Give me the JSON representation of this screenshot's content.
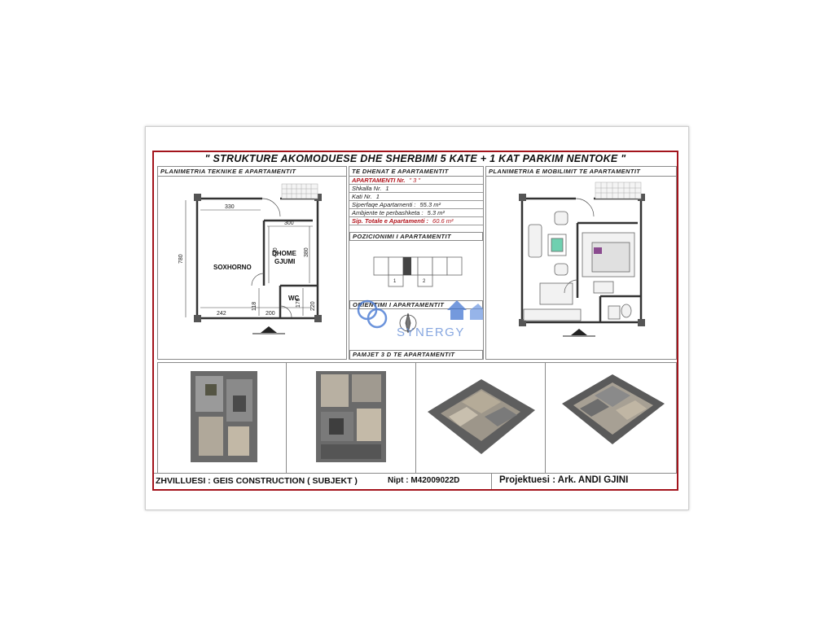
{
  "sheet": {
    "title": "\" STRUKTURE  AKOMODUESE  DHE  SHERBIMI  5  KATE  +  1 KAT  PARKIM  NENTOKE \""
  },
  "left_panel": {
    "header": "PLANIMETRIA  TEKNIKE  E  APARTAMENTIT",
    "labels": {
      "room1": "SOXHORNO",
      "room2a": "DHOME",
      "room2b": "GJUMI",
      "wc": "WC"
    },
    "dimensions": {
      "top_left": "330",
      "top_right": "300",
      "left_height": "780",
      "mid_height": "430",
      "right_height": "380",
      "bottom_1": "242",
      "bottom_2": "118",
      "bottom_3": "200",
      "bottom_4": "170",
      "bottom_5": "220"
    }
  },
  "info_panel": {
    "header": "TE DHENAT  E  APARTAMENTIT",
    "rows": [
      {
        "label": "APARTAMENTI  Nr.",
        "value": "\" 3 \"",
        "style": "red"
      },
      {
        "label": "Shkalla   Nr.",
        "value": "1",
        "style": "normal"
      },
      {
        "label": "Kati   Nr.",
        "value": "1",
        "style": "normal"
      },
      {
        "label": "Siperfaqe  Apartamenti :",
        "value": "55.3 m²",
        "style": "normal"
      },
      {
        "label": "Ambjente  te perbashketa :",
        "value": "5.3 m²",
        "style": "normal"
      },
      {
        "label": "Sip. Totale e Apartamenti :",
        "value": "60.6 m²",
        "style": "red"
      }
    ],
    "position_header": "POZICIONIMI  I  APARTAMENTIT",
    "position_units": [
      "1",
      "2"
    ],
    "orientation_header": "ORIENTIMI  I  APARTAMENTIT",
    "watermark": "SYNERGY",
    "views_header": "PAMJET  3 D  TE  APARTAMENTIT"
  },
  "right_panel": {
    "header": "PLANIMETRIA  E  MOBILIMIT  TE  APARTAMENTIT"
  },
  "footer": {
    "developer": "ZHVILLUESI : GEIS  CONSTRUCTION  ( SUBJEKT )",
    "nipt": "Nipt : M42009022D",
    "designer": "Projektuesi : Ark.  ANDI  GJINI"
  },
  "colors": {
    "frame": "#a3141c",
    "accent_red": "#b2141c",
    "watermark_blue": "#3a6fd0",
    "marker": "#222222"
  }
}
